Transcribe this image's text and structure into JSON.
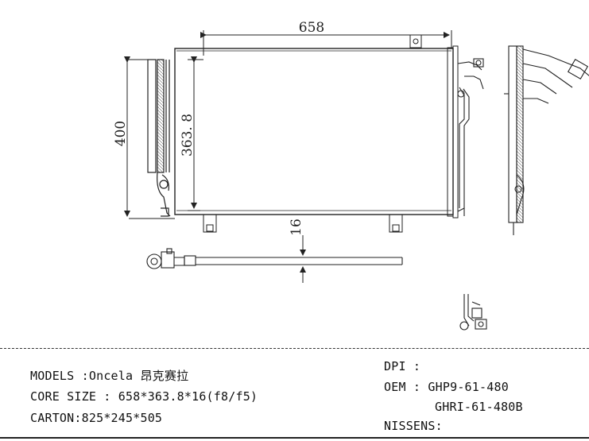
{
  "drawing": {
    "dimensions": {
      "width": "658",
      "height": "400",
      "core_height": "363. 8",
      "thickness": "16"
    }
  },
  "specs": {
    "models_label": "MODELS :",
    "models_value": "Oncela 昂克赛拉",
    "core_size_label": "CORE SIZE :",
    "core_size_value": "658*363.8*16(f8/f5)",
    "carton_label": "CARTON:",
    "carton_value": "825*245*505",
    "dpi_label": "DPI :",
    "dpi_value": "",
    "oem_label": "OEM :",
    "oem_values": [
      "GHP9-61-480",
      "GHRI-61-480B"
    ],
    "nissens_label": "NISSENS:",
    "nissens_value": ""
  }
}
